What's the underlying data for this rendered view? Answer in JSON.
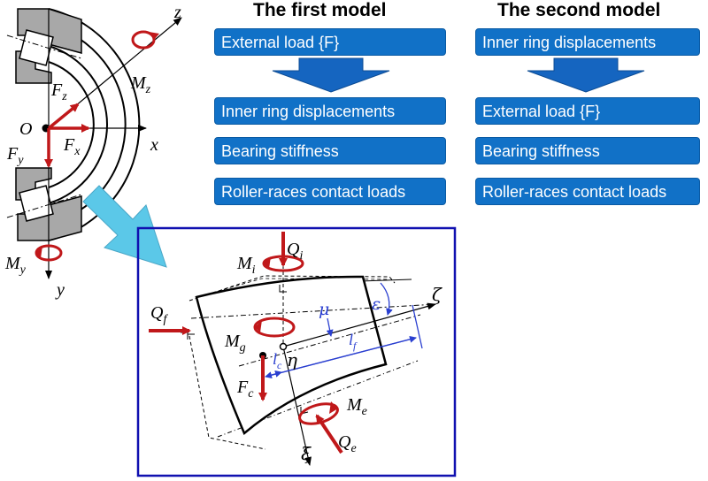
{
  "models": {
    "first": {
      "title": "The first model",
      "steps": [
        "External load {F}",
        "Inner ring displacements",
        "Bearing stiffness",
        "Roller-races contact loads"
      ]
    },
    "second": {
      "title": "The second model",
      "steps": [
        "Inner ring displacements",
        "External load {F}",
        "Bearing stiffness",
        "Roller-races contact loads"
      ]
    }
  },
  "colors": {
    "box_fill": "#1171c7",
    "arrow_blue": "#1565c0",
    "force_red": "#c0181a",
    "frame_blue": "#1010b0",
    "zoom_cyan": "#5bc8e8",
    "dim_blue": "#2a3fd0"
  },
  "bearing_labels": {
    "z": "z",
    "x": "x",
    "y": "y",
    "origin": "O",
    "Mz": {
      "base": "M",
      "sub": "z"
    },
    "My": {
      "base": "M",
      "sub": "y"
    },
    "Fz": {
      "base": "F",
      "sub": "z"
    },
    "Fx": {
      "base": "F",
      "sub": "x"
    },
    "Fy": {
      "base": "F",
      "sub": "y"
    }
  },
  "roller_labels": {
    "Mi": {
      "base": "M",
      "sub": "i"
    },
    "Qi": {
      "base": "Q",
      "sub": "i"
    },
    "Qf": {
      "base": "Q",
      "sub": "f"
    },
    "Mg": {
      "base": "M",
      "sub": "g"
    },
    "Fc": {
      "base": "F",
      "sub": "c"
    },
    "Me": {
      "base": "M",
      "sub": "e"
    },
    "Qe": {
      "base": "Q",
      "sub": "e"
    },
    "lc": {
      "base": "l",
      "sub": "c"
    },
    "lf": {
      "base": "l",
      "sub": "f"
    },
    "mu": "μ",
    "epsilon": "ε",
    "zeta": "ζ",
    "eta": "η",
    "xi": "ξ"
  }
}
